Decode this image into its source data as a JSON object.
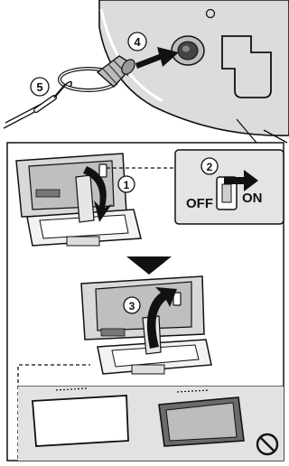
{
  "steps": {
    "one": "①",
    "two": "②",
    "three": "③",
    "four": "④",
    "five": "⑤"
  },
  "switch": {
    "off_label": "OFF",
    "on_label": "ON"
  },
  "icons": {
    "prohibited": "prohibition-icon",
    "step_arrow": "down-triangle-icon"
  },
  "colors": {
    "ink": "#111111",
    "body_gray": "#dcdcdc",
    "panel_gray": "#cfcfcf",
    "dark_gray": "#6b6b6b"
  }
}
